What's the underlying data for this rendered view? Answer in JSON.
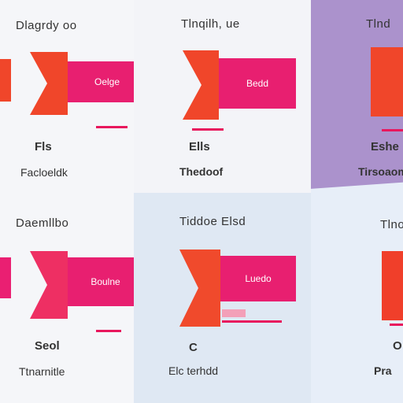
{
  "panels": [
    {
      "title": "Dlagrdy oo",
      "label": "Oelge",
      "subtitle": "Fls",
      "caption": "Facloeldk"
    },
    {
      "title": "Tlnqilh, ue",
      "label": "Bedd",
      "subtitle": "Ells",
      "caption": "Thedoof"
    },
    {
      "title": "Tlnd",
      "label": "",
      "subtitle": "Eshe",
      "caption": "Tirsoaom"
    },
    {
      "title": "Daemllbo",
      "label": "Boulne",
      "subtitle": "Seol",
      "caption": "Ttnarnitle"
    },
    {
      "title": "Tiddoe Elsd",
      "label": "Luedo",
      "subtitle": "C",
      "caption": "Elc terhdd"
    },
    {
      "title": "Tlno",
      "label": "",
      "subtitle": "O",
      "caption": "Pra"
    }
  ],
  "colors": {
    "orange": "#f0462a",
    "pink": "#ea1f72",
    "lavender": "#ab92cc"
  }
}
